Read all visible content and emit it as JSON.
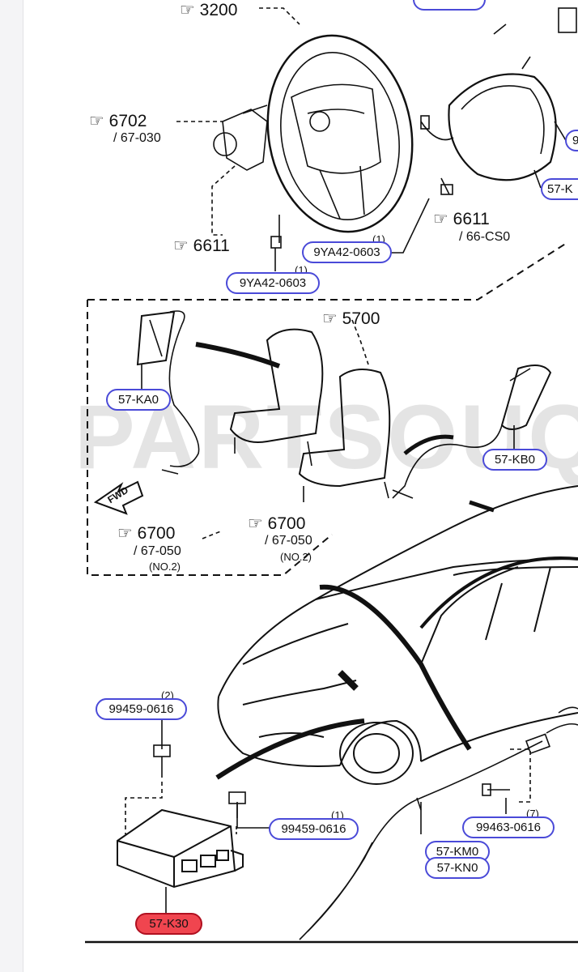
{
  "watermark": "PARTSOUQ",
  "refs": {
    "r3200": "3200",
    "r6702": "6702",
    "r6702_sub": "/ 67-030",
    "r6611_left": "6611",
    "r6611_right": "6611",
    "r6611_right_sub": "/ 66-CS0",
    "r5700": "5700",
    "r6700_mid": "6700",
    "r6700_mid_sub": "/ 67-050",
    "r6700_mid_note": "(NO.2)",
    "r6700_left": "6700",
    "r6700_left_sub": "/ 67-050",
    "r6700_left_note": "(NO.2)",
    "fwd": "FWD"
  },
  "parts": [
    {
      "code": "9YA42-0603",
      "qty": "(1)"
    },
    {
      "code": "9YA42-0603",
      "qty": "(1)"
    },
    {
      "code": "57-KA0"
    },
    {
      "code": "57-KB0"
    },
    {
      "code": "57-K"
    },
    {
      "code": "9"
    },
    {
      "code": "99459-0616",
      "qty": "(2)"
    },
    {
      "code": "99459-0616",
      "qty": "(1)"
    },
    {
      "code": "99463-0616",
      "qty": "(7)"
    },
    {
      "code": "57-KM0"
    },
    {
      "code": "57-KN0"
    },
    {
      "code": "57-K30",
      "selected": true
    }
  ],
  "colors": {
    "pill_border": "#4a4ad8",
    "selected_fill": "#f0454f",
    "line": "#111111"
  }
}
